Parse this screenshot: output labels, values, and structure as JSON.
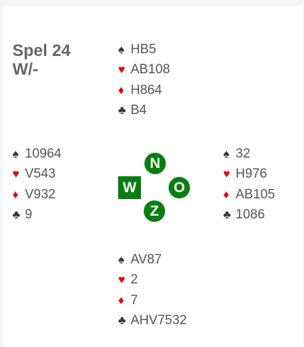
{
  "board": {
    "title": "Spel 24",
    "vulnerability": "W/-"
  },
  "suits": {
    "spade": "♠",
    "heart": "♥",
    "diamond": "♦",
    "club": "♣"
  },
  "hands": {
    "north": {
      "spades": "HB5",
      "hearts": "AB108",
      "diamonds": "H864",
      "clubs": "B4"
    },
    "west": {
      "spades": "10964",
      "hearts": "V543",
      "diamonds": "V932",
      "clubs": "9"
    },
    "east": {
      "spades": "32",
      "hearts": "H976",
      "diamonds": "AB105",
      "clubs": "1086"
    },
    "south": {
      "spades": "AV87",
      "hearts": "2",
      "diamonds": "7",
      "clubs": "AHV7532"
    }
  },
  "compass": {
    "north": "N",
    "west": "W",
    "east": "O",
    "south": "Z",
    "dealer": "W",
    "color": "#0a7d12"
  }
}
